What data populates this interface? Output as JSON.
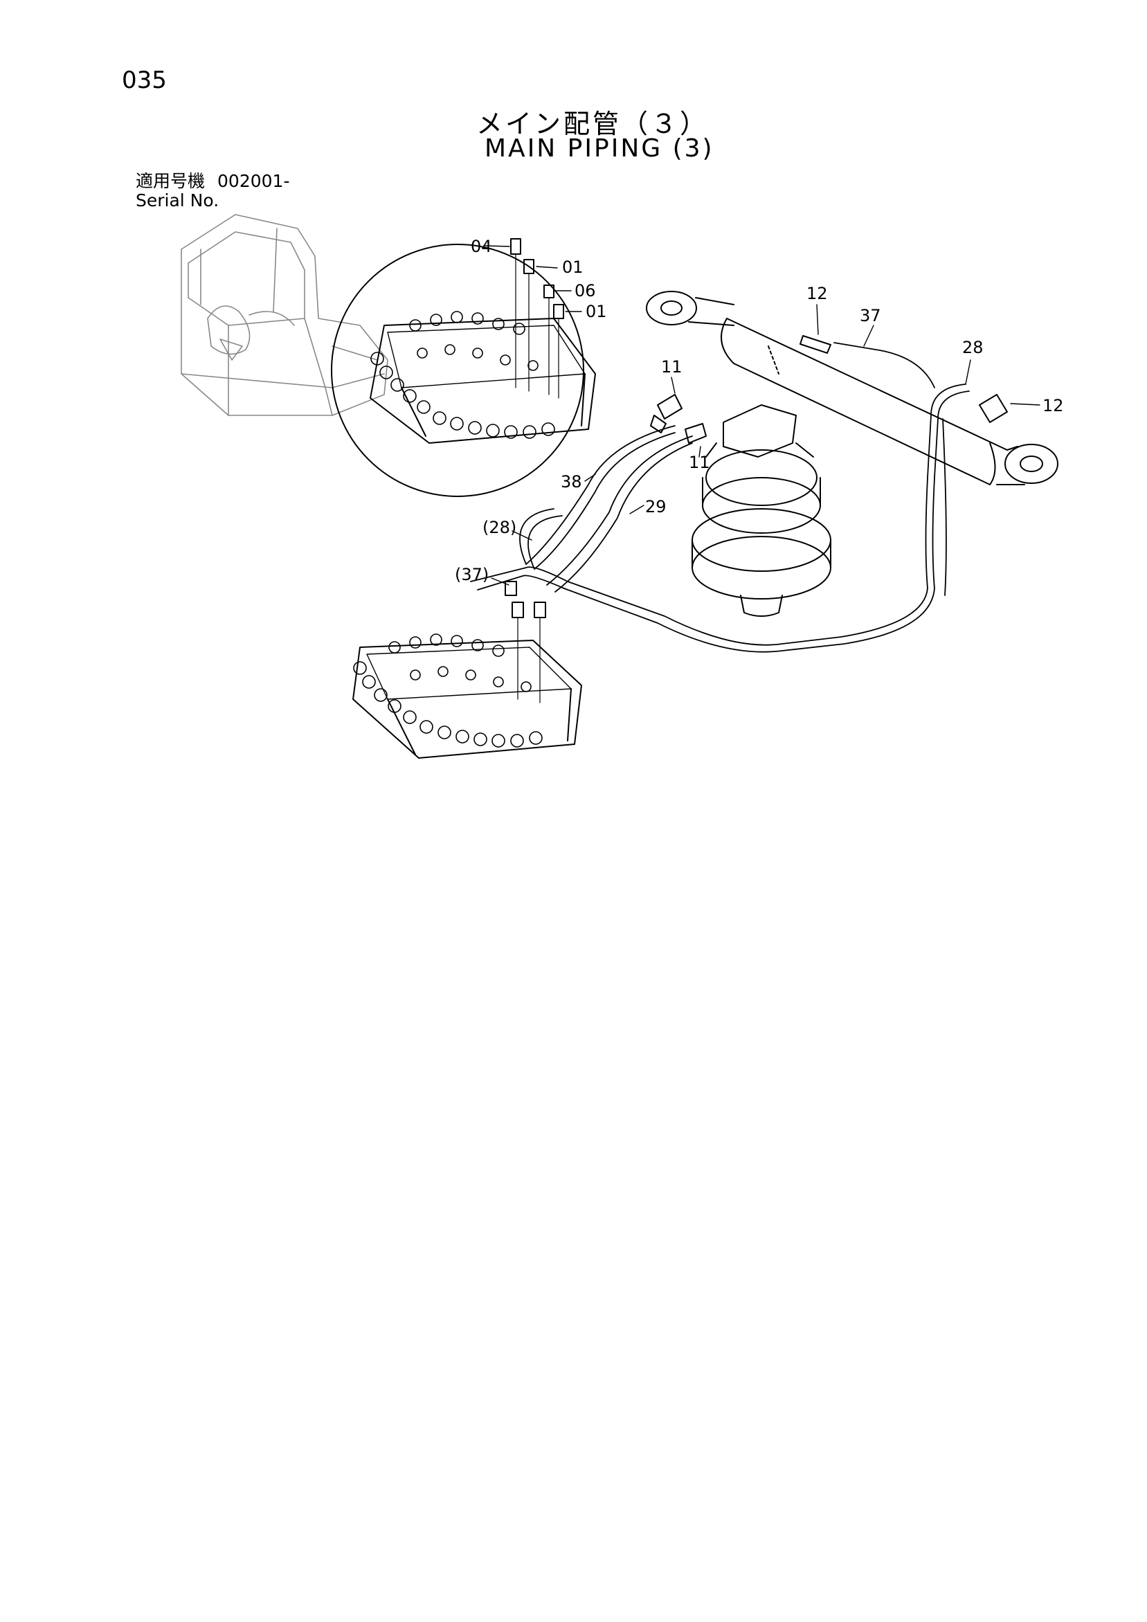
{
  "page": {
    "number": "035"
  },
  "title": {
    "ja": "メイン配管（３）",
    "en": "MAIN PIPING (3)"
  },
  "applicability": {
    "label_ja": "適用号機",
    "serial": "002001-",
    "label_en": "Serial No."
  },
  "callouts": {
    "c04": "04",
    "c01a": "01",
    "c06": "06",
    "c01b": "01",
    "c12a": "12",
    "c37": "37",
    "c28": "28",
    "c12b": "12",
    "c11a": "11",
    "c11b": "11",
    "c38": "38",
    "c29": "29",
    "c28p": "(28)",
    "c37p": "(37)"
  }
}
